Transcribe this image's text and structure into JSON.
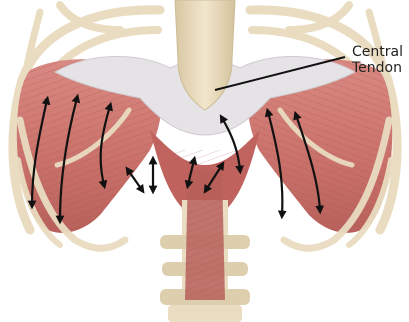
{
  "image": {
    "subject": "diaphragm-anatomy",
    "label": {
      "line1": "Central",
      "line2": "Tendon"
    },
    "colors": {
      "background": "#ffffff",
      "bone": "#e9dcc0",
      "bone_shade": "#cdbb96",
      "muscle": "#c9706a",
      "muscle_dark": "#a24d48",
      "tendon": "#e4e1e4",
      "arrow": "#111111"
    },
    "icons": [
      "ribcage-illustration",
      "diaphragm-muscle",
      "central-tendon",
      "spine",
      "arrow-icon",
      "leader-line"
    ]
  }
}
